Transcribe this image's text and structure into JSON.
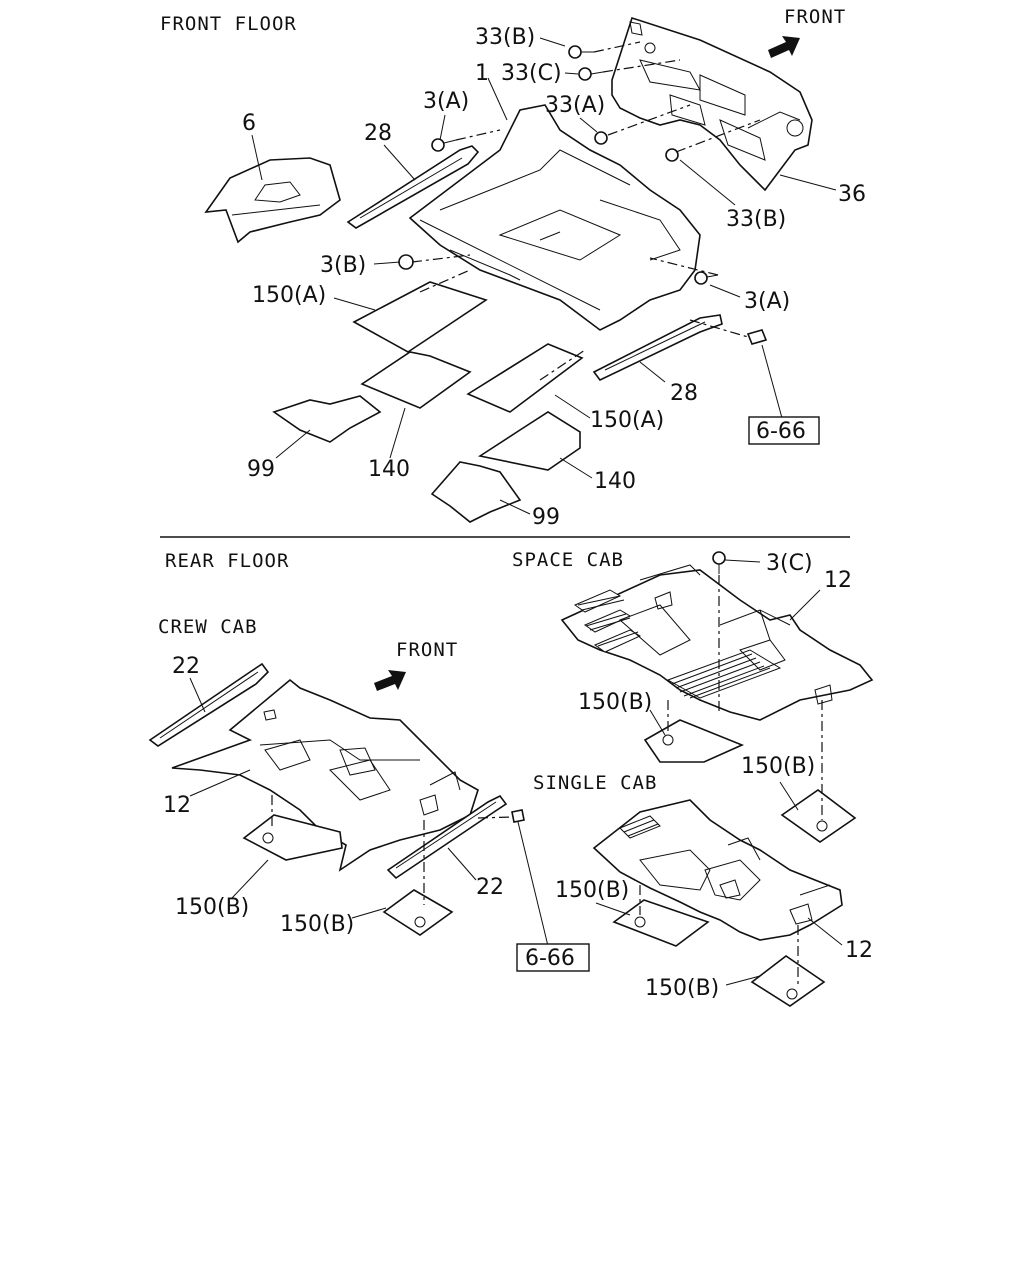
{
  "sections": {
    "front_floor": "FRONT FLOOR",
    "rear_floor": "REAR FLOOR",
    "crew_cab": "CREW CAB",
    "space_cab": "SPACE CAB",
    "single_cab": "SINGLE CAB"
  },
  "direction": {
    "front_top": "FRONT",
    "front_rear": "FRONT"
  },
  "callouts": {
    "c33b_top": "33(B)",
    "c33c": "33(C)",
    "c1": "1",
    "c3a_top": "3(A)",
    "c33a": "33(A)",
    "c6": "6",
    "c28_top": "28",
    "c36": "36",
    "c33b_bottom": "33(B)",
    "c3b": "3(B)",
    "c3a_right": "3(A)",
    "c150a_left": "150(A)",
    "c28_bottom": "28",
    "c150a_right": "150(A)",
    "c99_left": "99",
    "c140_left": "140",
    "c140_right": "140",
    "c99_right": "99",
    "c3c": "3(C)",
    "c12_space": "12",
    "c150b_space_left": "150(B)",
    "c150b_space_right": "150(B)",
    "c22_top": "22",
    "c12_crew": "12",
    "c22_bottom": "22",
    "c150b_crew_left": "150(B)",
    "c150b_crew_right": "150(B)",
    "c150b_single_left": "150(B)",
    "c12_single": "12",
    "c150b_single_bottom": "150(B)"
  },
  "refs": {
    "ref_top": "6-66",
    "ref_bottom": "6-66"
  }
}
